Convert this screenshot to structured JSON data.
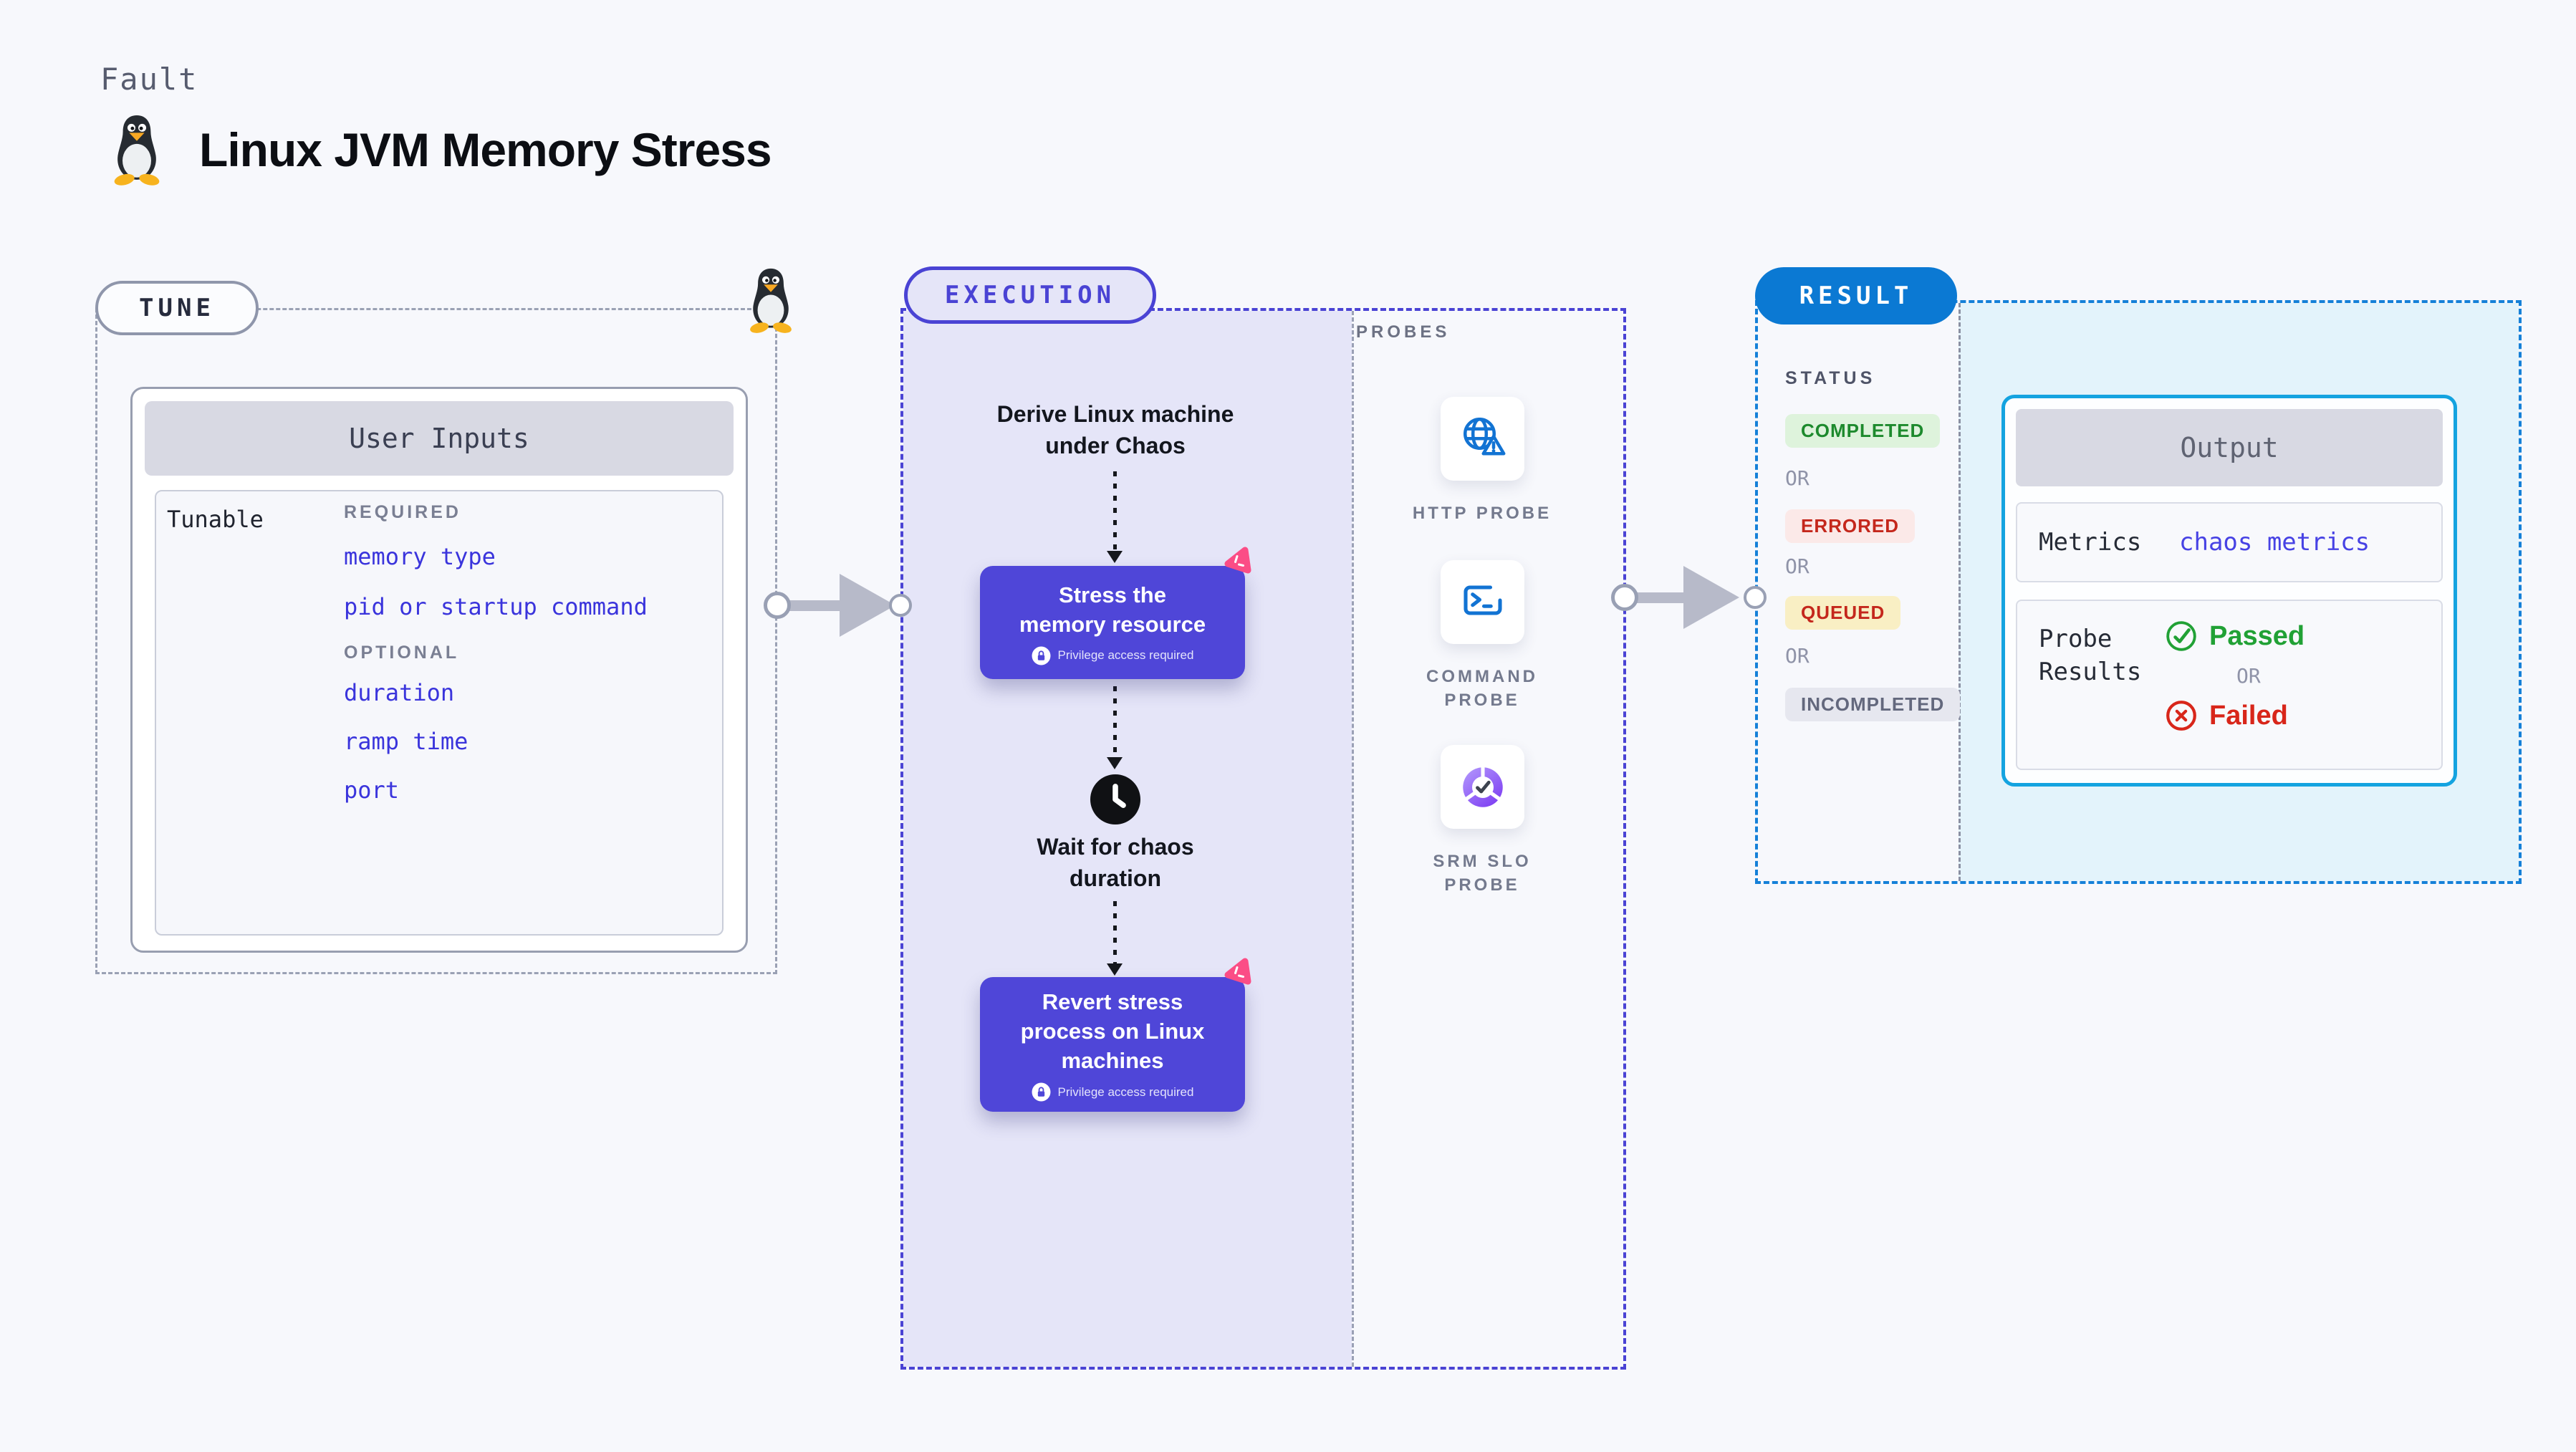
{
  "header": {
    "eyebrow": "Fault",
    "title": "Linux JVM Memory Stress"
  },
  "tune": {
    "pill": "TUNE",
    "card_header": "User Inputs",
    "row_label": "Tunable",
    "required_label": "REQUIRED",
    "required_items": [
      "memory type",
      "pid or startup command"
    ],
    "optional_label": "OPTIONAL",
    "optional_items": [
      "duration",
      "ramp time",
      "port"
    ]
  },
  "execution": {
    "pill": "EXECUTION",
    "derive_line1": "Derive Linux machine",
    "derive_line2": "under Chaos",
    "box1_line1": "Stress the",
    "box1_line2": "memory resource",
    "wait_line1": "Wait for chaos",
    "wait_line2": "duration",
    "box2_line1": "Revert stress",
    "box2_line2": "process on Linux",
    "box2_line3": "machines",
    "privilege_note": "Privilege access required"
  },
  "probes": {
    "label": "PROBES",
    "items": [
      {
        "label": "HTTP PROBE",
        "icon": "globe-alert-icon"
      },
      {
        "label": "COMMAND PROBE",
        "icon": "terminal-icon"
      },
      {
        "label": "SRM SLO PROBE",
        "icon": "slo-pie-icon"
      }
    ]
  },
  "result": {
    "pill": "RESULT",
    "status_label": "STATUS",
    "or_label": "OR",
    "statuses": [
      {
        "label": "COMPLETED",
        "fg": "#1d8a2d",
        "bg": "#def3dc"
      },
      {
        "label": "ERRORED",
        "fg": "#c4271c",
        "bg": "#fbe9e8"
      },
      {
        "label": "QUEUED",
        "fg": "#c4271c",
        "bg": "#f9efc4"
      },
      {
        "label": "INCOMPLETED",
        "fg": "#63687d",
        "bg": "#e6e7ef"
      }
    ],
    "output": {
      "header": "Output",
      "metrics_label": "Metrics",
      "metrics_value": "chaos metrics",
      "probe_results_line1": "Probe",
      "probe_results_line2": "Results",
      "passed_label": "Passed",
      "or_label": "OR",
      "failed_label": "Failed"
    }
  },
  "colors": {
    "page_bg": "#f7f8fc",
    "accent_indigo": "#4a43d4",
    "accent_blue": "#0b79d3",
    "accent_cyan": "#14a3e0",
    "step_box_purple": "#4f46d8",
    "lavender_bg": "#e5e5f8",
    "cyan_bg": "#e3f3fb",
    "link_blue": "#3a34dc",
    "passed_green": "#21a135",
    "failed_red": "#d8261a",
    "chaos_pink": "#fb4d86",
    "probe_icon_blue": "#1273d3"
  }
}
